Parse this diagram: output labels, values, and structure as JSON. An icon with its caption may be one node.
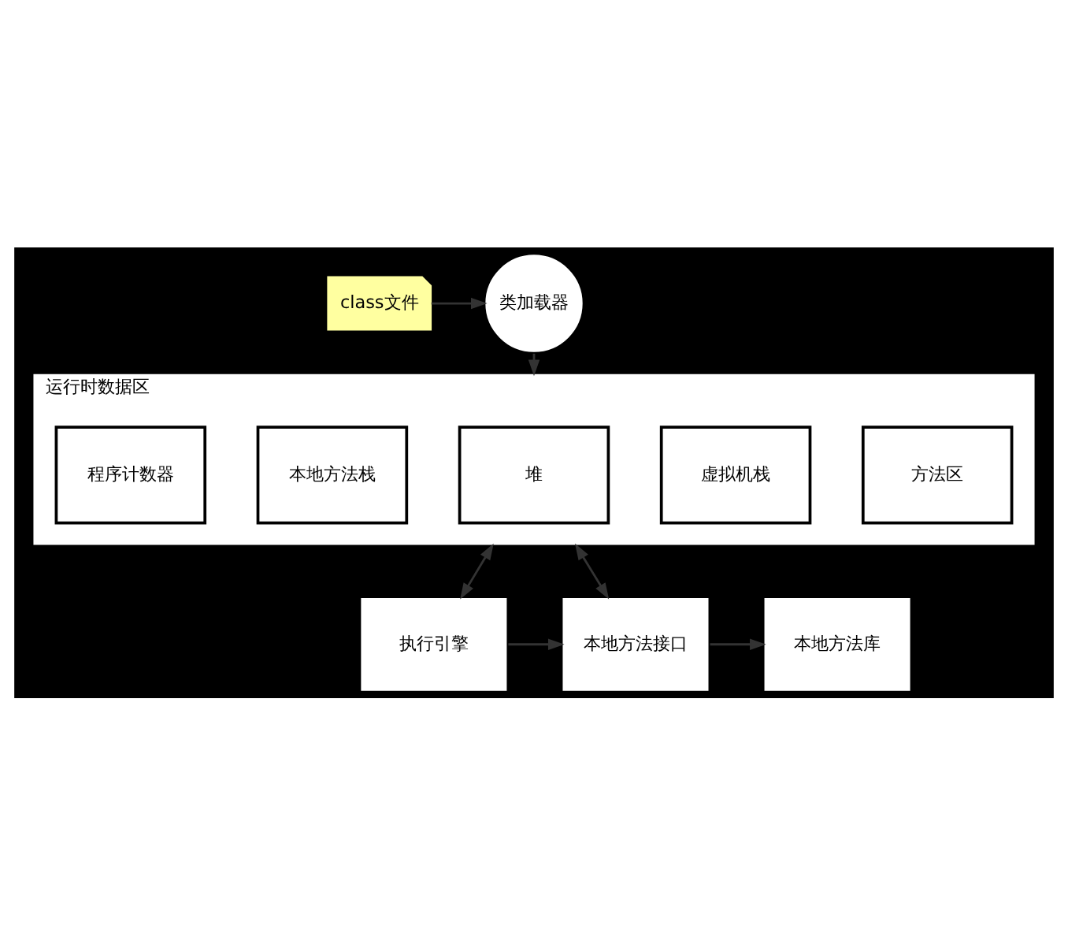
{
  "diagram": {
    "nodes": [
      {
        "text": [
          "class文件"
        ]
      },
      {
        "text": [
          "类加载器"
        ]
      },
      {
        "text": [
          "运行时数据区"
        ]
      },
      {
        "text": [
          "方法区"
        ],
        "in": 2
      },
      {
        "text": [
          "虚拟机栈"
        ],
        "in": 2
      },
      {
        "text": [
          "堆"
        ],
        "in": 2
      },
      {
        "text": [
          "本地方法栈"
        ],
        "in": 2
      },
      {
        "text": [
          "程序计数器"
        ],
        "in": 2
      },
      {
        "text": [
          "执行引擎"
        ]
      },
      {
        "text": [
          "本地方法接口"
        ]
      },
      {
        "text": [
          "本地方法库"
        ]
      }
    ],
    "edges": [
      {
        "from": 0,
        "to": 1,
        "arrow": "to"
      },
      {
        "from": 1,
        "to": 2,
        "arrow": "to"
      },
      {
        "from": 2,
        "to": 8,
        "arrow": "both"
      },
      {
        "from": 2,
        "to": 9,
        "arrow": "both"
      },
      {
        "from": 8,
        "to": 9,
        "arrow": "to"
      },
      {
        "from": 9,
        "to": 10,
        "arrow": "to"
      }
    ]
  }
}
